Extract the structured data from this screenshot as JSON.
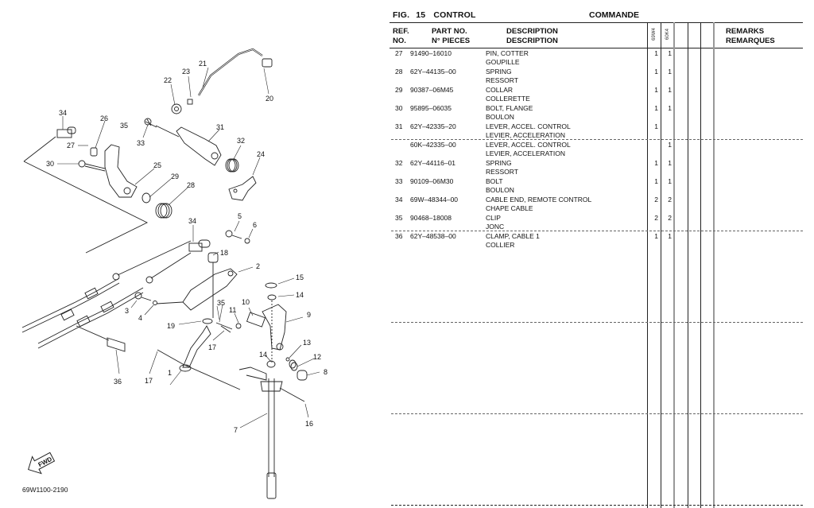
{
  "figure": {
    "label": "FIG.",
    "number": "15",
    "title_en": "CONTROL",
    "title_fr": "COMMANDE",
    "drawing_code": "69W1100-2190",
    "fwd_label": "FWD"
  },
  "table": {
    "headers": {
      "ref_en": "REF.",
      "ref_fr": "NO.",
      "part_en": "PART NO.",
      "part_fr": "N° PIECES",
      "desc_en": "DESCRIPTION",
      "desc_fr": "DESCRIPTION",
      "model1": "69W4",
      "model2": "60K4",
      "remarks_en": "REMARKS",
      "remarks_fr": "REMARQUES"
    },
    "rows": [
      {
        "ref": "27",
        "part_no": "91490–16010",
        "desc_en": "PIN, COTTER",
        "desc_fr": "GOUPILLE",
        "q1": "1",
        "q2": "1"
      },
      {
        "ref": "28",
        "part_no": "62Y–44135–00",
        "desc_en": "SPRING",
        "desc_fr": "RESSORT",
        "q1": "1",
        "q2": "1"
      },
      {
        "ref": "29",
        "part_no": "90387–06M45",
        "desc_en": "COLLAR",
        "desc_fr": "COLLERETTE",
        "q1": "1",
        "q2": "1"
      },
      {
        "ref": "30",
        "part_no": "95895–06035",
        "desc_en": "BOLT, FLANGE",
        "desc_fr": "BOULON",
        "q1": "1",
        "q2": "1"
      },
      {
        "ref": "31",
        "part_no": "62Y–42335–20",
        "desc_en": "LEVER, ACCEL. CONTROL",
        "desc_fr": "LEVIER, ACCELERATION",
        "q1": "1",
        "q2": ""
      },
      {
        "ref": "",
        "part_no": "60K–42335–00",
        "desc_en": "LEVER, ACCEL. CONTROL",
        "desc_fr": "LEVIER, ACCELERATION",
        "q1": "",
        "q2": "1"
      },
      {
        "ref": "32",
        "part_no": "62Y–44116–01",
        "desc_en": "SPRING",
        "desc_fr": "RESSORT",
        "q1": "1",
        "q2": "1"
      },
      {
        "ref": "33",
        "part_no": "90109–06M30",
        "desc_en": "BOLT",
        "desc_fr": "BOULON",
        "q1": "1",
        "q2": "1"
      },
      {
        "ref": "34",
        "part_no": "69W–48344–00",
        "desc_en": "CABLE END, REMOTE CONTROL",
        "desc_fr": "CHAPE CABLE",
        "q1": "2",
        "q2": "2"
      },
      {
        "ref": "35",
        "part_no": "90468–18008",
        "desc_en": "CLIP",
        "desc_fr": "JONC",
        "q1": "2",
        "q2": "2"
      },
      {
        "ref": "36",
        "part_no": "62Y–48538–00",
        "desc_en": "CLAMP, CABLE 1",
        "desc_fr": "COLLIER",
        "q1": "1",
        "q2": "1"
      }
    ]
  },
  "diagram": {
    "callouts": [
      "1",
      "2",
      "3",
      "4",
      "5",
      "6",
      "7",
      "8",
      "9",
      "10",
      "11",
      "12",
      "13",
      "14",
      "14",
      "15",
      "16",
      "17",
      "17",
      "18",
      "19",
      "20",
      "21",
      "22",
      "23",
      "24",
      "25",
      "26",
      "27",
      "28",
      "29",
      "30",
      "31",
      "32",
      "33",
      "34",
      "34",
      "35",
      "35",
      "36"
    ]
  }
}
